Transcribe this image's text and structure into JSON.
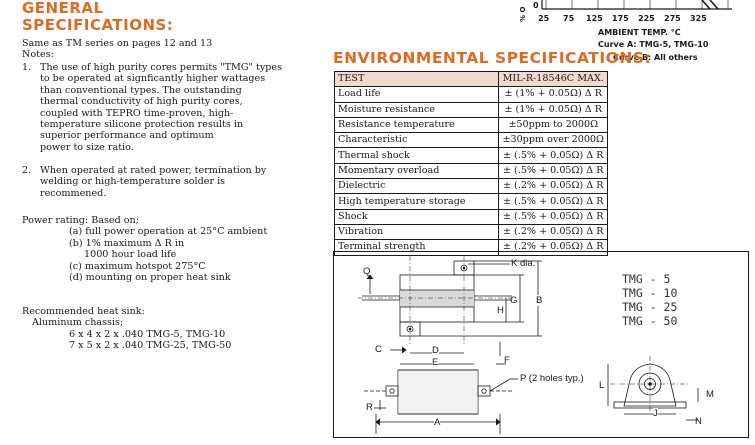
{
  "general": {
    "title_line1": "GENERAL",
    "title_line2": "SPECIFICATIONS:",
    "intro": [
      "Same as TM series on pages 12 and 13",
      "Notes:"
    ],
    "note1_num": "1.",
    "note1_lines": [
      "The use of high purity cores permits \"TMG\" types",
      "to be operated at signficantly higher wattages",
      "than conventional types. The outstanding",
      "thermal conductivity of high purity cores,",
      "coupled with TEPRO time-proven, high-",
      "temperature silicone protection results in",
      "superior performance and optimum",
      "power to size ratio."
    ],
    "note2_num": "2.",
    "note2_lines": [
      "When operated at rated power, termination by",
      "welding or high-temperature solder is",
      "recommened."
    ],
    "power_heading": "Power rating: Based on;",
    "power_items": [
      "(a) full power operation at 25°C ambient",
      "(b) 1% maximum Δ R in",
      "1000 hour load life",
      "(c) maximum hotspot 275°C",
      "(d) mounting on proper heat sink"
    ],
    "heatsink_heading": "Recommended heat sink:",
    "heatsink_sub": "Aluminum chassis;",
    "heatsink_items": [
      "6 x 4 x 2 x .040  TMG-5, TMG-10",
      "7 x 5 x 2 x .040  TMG-25, TMG-50"
    ]
  },
  "chart_data": {
    "type": "line",
    "title": "",
    "xlabel": "AMBIENT TEMP. °C",
    "ylabel": "% O",
    "x_ticks": [
      "25",
      "75",
      "125",
      "175",
      "225",
      "275",
      "325"
    ],
    "y_ticks": [
      "0"
    ],
    "series": [
      {
        "name": "Curve A",
        "label": "Curve A: TMG-5, TMG-10"
      },
      {
        "name": "Curve B",
        "label": "Curve B: All others"
      }
    ],
    "curve_a_text": "Curve A: TMG-5, TMG-10",
    "curve_b_text": "Curve B: All others"
  },
  "environmental": {
    "title": "ENVIRONMENTAL SPECIFICATIONS:",
    "header": {
      "test": "TEST",
      "value": "MIL-R-18546C MAX."
    },
    "rows": [
      {
        "test": "Load life",
        "value": "± (1% + 0.05Ω) Δ R"
      },
      {
        "test": "Moisture resistance",
        "value": "± (1% + 0.05Ω) Δ R"
      },
      {
        "test": "Resistance temperature",
        "value": "±50ppm to 2000Ω"
      },
      {
        "test": "Characteristic",
        "value": "±30ppm over 2000Ω"
      },
      {
        "test": "Thermal shock",
        "value": "± (.5% + 0.05Ω) Δ R"
      },
      {
        "test": "Momentary overload",
        "value": "± (.5% + 0.05Ω) Δ R"
      },
      {
        "test": "Dielectric",
        "value": "± (.2% + 0.05Ω) Δ R"
      },
      {
        "test": "High temperature storage",
        "value": "± (.5% + 0.05Ω) Δ R"
      },
      {
        "test": "Shock",
        "value": "± (.5% + 0.05Ω) Δ R"
      },
      {
        "test": "Vibration",
        "value": "± (.2% + 0.05Ω) Δ R"
      },
      {
        "test": "Terminal strength",
        "value": "± (.2% + 0.05Ω) Δ R"
      }
    ]
  },
  "drawing": {
    "models": [
      "TMG - 5",
      "TMG - 10",
      "TMG - 25",
      "TMG - 50"
    ],
    "labels": {
      "q": "Q",
      "k": "K dia.",
      "g": "G",
      "b": "B",
      "h": "H",
      "c": "C",
      "d": "D",
      "e": "E",
      "f": "F",
      "p": "P (2 holes typ.)",
      "r": "R",
      "a": "A",
      "l": "L",
      "m": "M",
      "j": "J",
      "n": "N"
    }
  }
}
